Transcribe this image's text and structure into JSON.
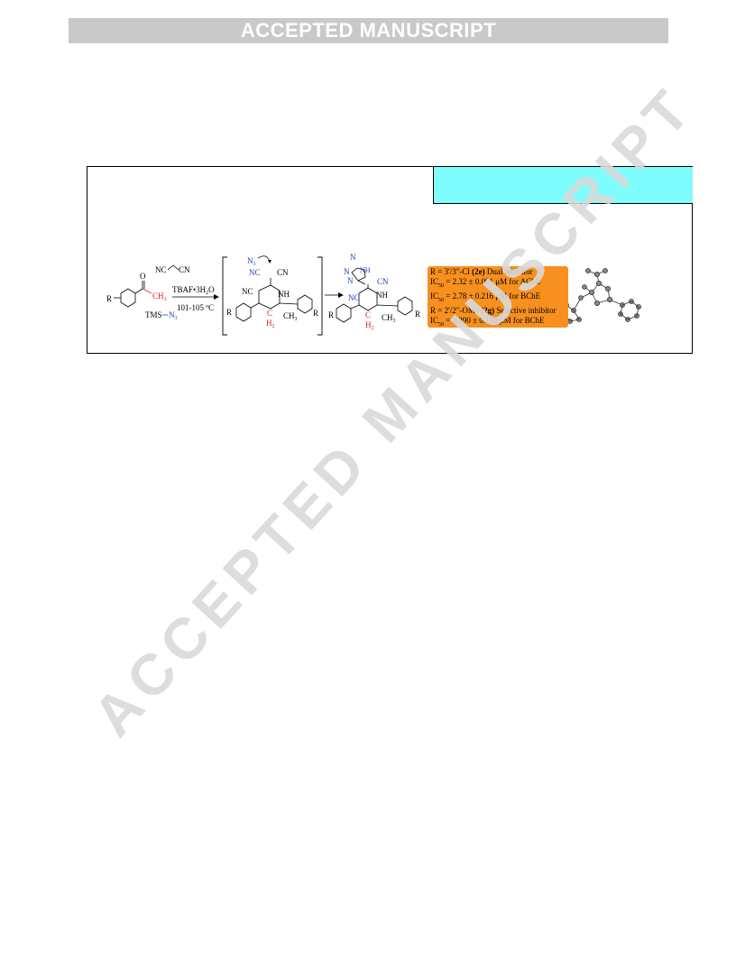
{
  "banner": {
    "text": "ACCEPTED MANUSCRIPT"
  },
  "watermark": {
    "text": "ACCEPTED MANUSCRIPT",
    "color": "#d9d9d9"
  },
  "scheme": {
    "reagent_nc1": "NC",
    "reagent_cn1": "CN",
    "o_label": "O",
    "r_label": "R",
    "ch3_label": "CH",
    "ch3_sub": "3",
    "tms_label": "TMS",
    "n3_label": "N",
    "n3_sub": "3",
    "condition_top": "TBAF",
    "condition_top_dot": "•",
    "condition_top_rest": "3H",
    "condition_top_sub": "2",
    "condition_top_end": "O",
    "condition_bottom": "101-105 ºC",
    "int_n3": "N",
    "int_n3_sub": "3",
    "int_nc": "NC",
    "int_cn": "CN",
    "int_nc2": "NC",
    "int_nh": "NH",
    "int_c": "C",
    "int_h2": "H",
    "int_h2_sub": "2",
    "int_ch3": "CH",
    "int_ch3_sub": "3",
    "int_r1": "R",
    "int_r2": "R",
    "prod_n": "N",
    "prod_nh": "NH",
    "prod_n2": "N",
    "prod_n3": "N",
    "prod_cn": "CN",
    "prod_nc": "NC",
    "prod_nh2": "NH",
    "prod_c": "C",
    "prod_h2": "H",
    "prod_h2_sub": "2",
    "prod_ch3": "CH",
    "prod_ch3_sub": "3",
    "prod_r1": "R",
    "prod_r2": "R",
    "red": "#e02020",
    "blue": "#1f3fbf"
  },
  "results": {
    "line1_pre": "R = 3'/3\"-Cl ",
    "line1_bold": "(2e)",
    "line1_post": " Dual inhibitor",
    "line2_pre": "IC",
    "line2_sub": "50",
    "line2_post": " = 2.32 ± 0.091 μM for AChE",
    "line3_pre": "IC",
    "line3_sub": "50",
    "line3_post": " = 2.78 ± 0.216 μM for BChE",
    "line4_pre": "R = 2'/2\"-OMe ",
    "line4_bold": "(2g)",
    "line4_post": " Selective inhibitor",
    "line5_pre": "IC",
    "line5_sub": "50",
    "line5_post": " = 0.290 ± 0.130 μM for BChE",
    "box_color": "#f7901e",
    "cyan_color": "#7ffcfc"
  }
}
